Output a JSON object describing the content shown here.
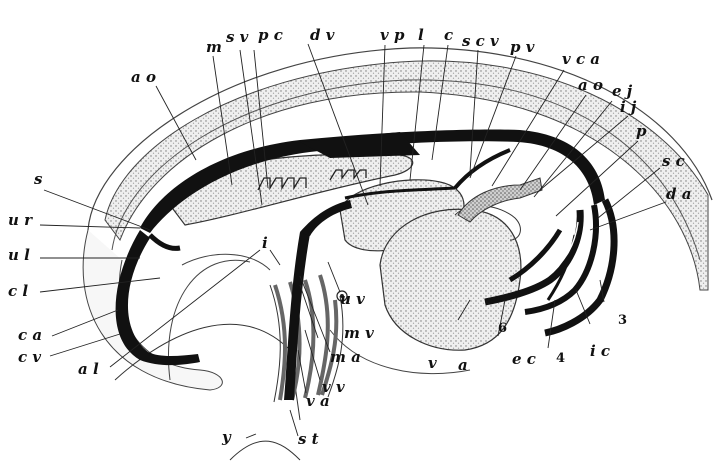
{
  "figure": {
    "labels": {
      "ao_top": "a o",
      "m": "m",
      "sv": "s v",
      "pc": "p c",
      "dv": "d v",
      "vp": "v p",
      "l": "l",
      "c": "c",
      "scv": "s c v",
      "pv": "p v",
      "vca": "v c a",
      "ao_right": "a o",
      "ej": "e j",
      "ij": "i j",
      "p": "p",
      "sc": "s c",
      "da": "d a",
      "s": "s",
      "ur": "u r",
      "ul": "u l",
      "cl": "c l",
      "ca": "c a",
      "cv": "c v",
      "al": "a l",
      "i": "i",
      "uv": "u v",
      "mv": "m v",
      "ma": "m a",
      "vv": "v v",
      "va": "v a",
      "v": "v",
      "a": "a",
      "n6": "6",
      "ec": "e c",
      "n4": "4",
      "ic": "i c",
      "n3": "3",
      "y": "y",
      "st": "s t"
    }
  }
}
